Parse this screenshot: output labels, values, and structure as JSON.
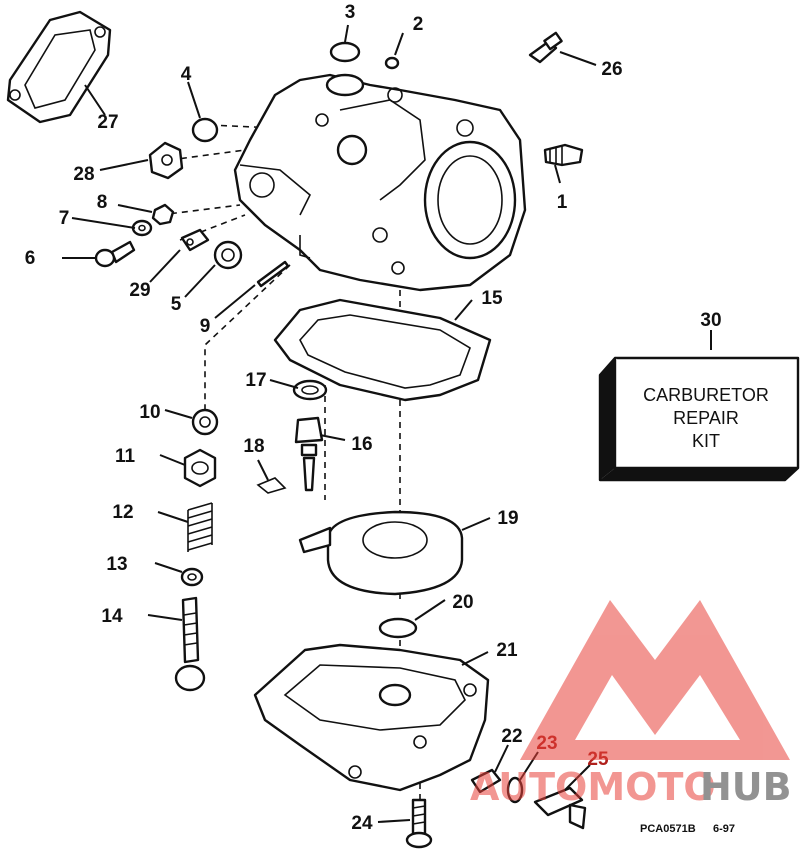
{
  "diagram": {
    "callouts": [
      "1",
      "2",
      "3",
      "4",
      "5",
      "6",
      "7",
      "8",
      "9",
      "10",
      "11",
      "12",
      "13",
      "14",
      "15",
      "16",
      "17",
      "18",
      "19",
      "20",
      "21",
      "22",
      "23",
      "24",
      "25",
      "26",
      "27",
      "28",
      "29",
      "30"
    ],
    "kit_label": [
      "CARBURETOR",
      "REPAIR",
      "KIT"
    ],
    "drawing_code": "PCA0571B",
    "drawing_date": "6-97"
  },
  "watermark": {
    "text_left": "AUTOMOTO",
    "text_right": "HUB",
    "color_primary": "#e8413a",
    "color_secondary": "#3a3a3a"
  }
}
